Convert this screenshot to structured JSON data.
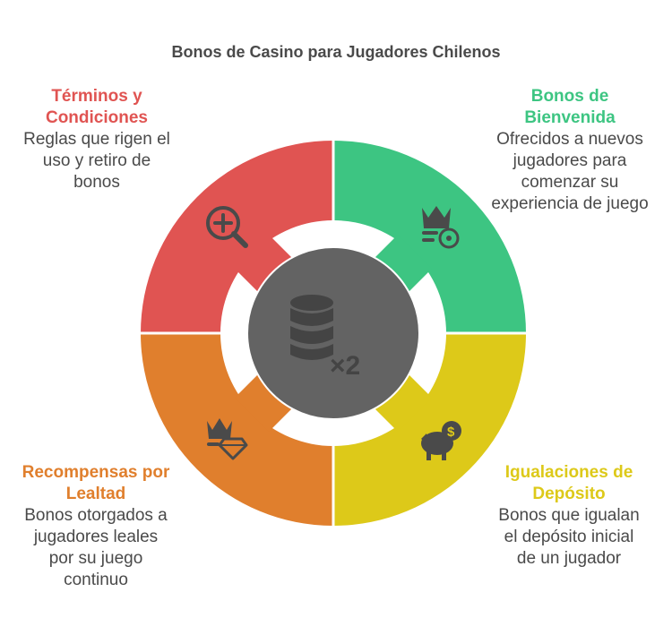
{
  "title": "Bonos de Casino para Jugadores Chilenos",
  "center_icon": "database-x2-icon",
  "segments": [
    {
      "id": "terminos",
      "head": "Términos y Condiciones",
      "desc": "Reglas que rigen el uso y retiro de bonos",
      "color": "#e05452",
      "icon": "zoom-in-icon"
    },
    {
      "id": "bienvenida",
      "head": "Bonos de Bienvenida",
      "desc": "Ofrecidos a nuevos jugadores para comenzar su experiencia de juego",
      "color": "#3dc582",
      "icon": "crown-chip-icon"
    },
    {
      "id": "igualaciones",
      "head": "Igualaciones de Depósito",
      "desc": "Bonos que igualan el depósito inicial de un jugador",
      "color": "#ddc919",
      "icon": "piggy-bank-dollar-icon"
    },
    {
      "id": "recompensas",
      "head": "Recompensas por Lealtad",
      "desc": "Bonos otorgados a jugadores leales por su juego continuo",
      "color": "#e07f2d",
      "icon": "crown-gem-icon"
    }
  ],
  "colors": {
    "center": "#636363",
    "text": "#4a4a4a"
  }
}
